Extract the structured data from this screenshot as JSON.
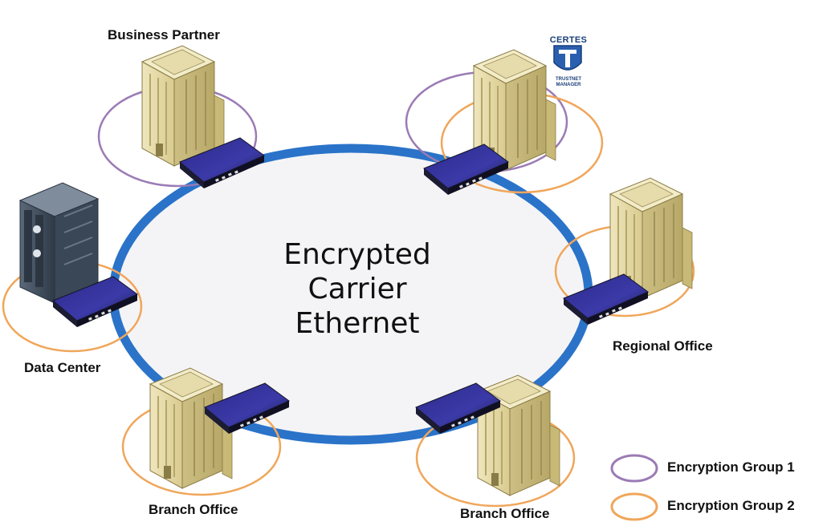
{
  "diagram": {
    "center_label_lines": [
      "Encrypted",
      "Carrier",
      "Ethernet"
    ],
    "sites": {
      "business_partner": "Business Partner",
      "regional_office": "Regional Office",
      "data_center": "Data Center",
      "branch_office_left": "Branch Office",
      "branch_office_right": "Branch Office"
    },
    "legend": [
      {
        "label": "Encryption Group 1",
        "color": "#9b7bb5"
      },
      {
        "label": "Encryption Group 2",
        "color": "#f0a65a"
      }
    ],
    "logo": {
      "brand": "CERTES",
      "sub_lines": [
        "TRUSTNET",
        "MANAGER"
      ]
    },
    "colors": {
      "ring": "#2a73c9",
      "ring_fill": "#f4f4f6",
      "building": "#e2d6a2",
      "device": "#2a2a52"
    }
  }
}
